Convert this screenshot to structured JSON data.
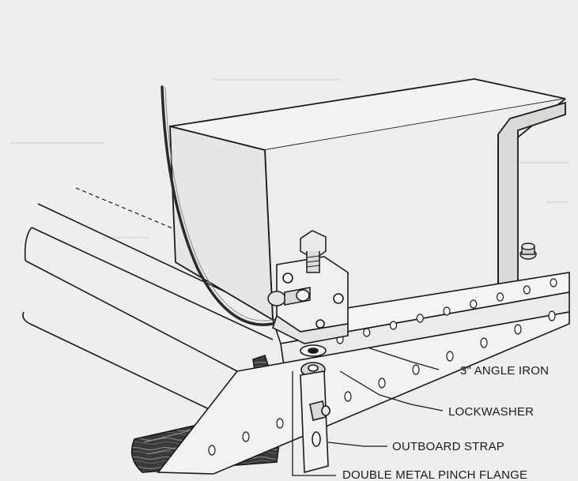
{
  "diagram": {
    "callouts": {
      "angle_iron": "3\" ANGLE IRON",
      "lockwasher": "LOCKWASHER",
      "outboard_strap": "OUTBOARD STRAP",
      "pinch_flange": "DOUBLE METAL PINCH FLANGE"
    },
    "colors": {
      "background": "#eeeeec",
      "ink": "#1a1a1a",
      "wood": "#3a3a38",
      "show_through": "#c9c9c6"
    }
  }
}
